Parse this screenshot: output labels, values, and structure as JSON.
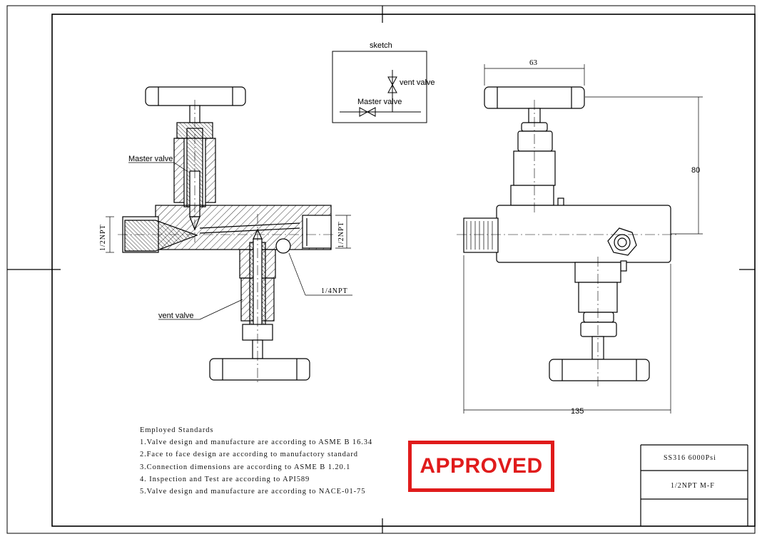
{
  "sketch": {
    "title": "sketch",
    "vent_label": "vent valve",
    "master_label": "Master valve"
  },
  "section_view": {
    "master_valve_label": "Master valve",
    "vent_valve_label": "vent valve",
    "inlet_thread": "1/2NPT",
    "outlet_thread": "1/2NPT",
    "vent_thread": "1/4NPT"
  },
  "side_view": {
    "dim_width": "63",
    "dim_height": "80",
    "dim_length": "135"
  },
  "notes": {
    "heading": "Employed Standards",
    "items": [
      "1.Valve design and manufacture are according to ASME B 16.34",
      "2.Face to face design are according to manufactory standard",
      "3.Connection dimensions are according to ASME B 1.20.1",
      "4. Inspection and Test are according to API589",
      "5.Valve design and manufacture are according to NACE-01-75"
    ]
  },
  "stamp": {
    "text": "APPROVED",
    "color": "#e01b1b"
  },
  "title_block": {
    "material": "SS316  6000Psi",
    "connection": "1/2NPT M-F"
  }
}
